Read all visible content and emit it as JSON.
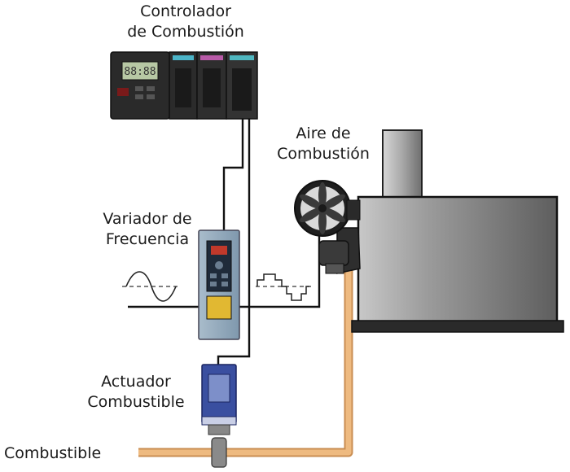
{
  "labels": {
    "controller": [
      "Controlador",
      "de Combustión"
    ],
    "air": [
      "Aire de",
      "Combustión"
    ],
    "vfd": [
      "Variador de",
      "Frecuencia"
    ],
    "actuator": [
      "Actuador",
      "Combustible"
    ],
    "fuel": "Combustible"
  },
  "controller_display": "88:88",
  "colors": {
    "fuel_pipe": "#e8b57a",
    "boiler_body": "#8e8e8e",
    "wire": "#111111",
    "vfd_panel": "#3b5f86",
    "actuator_body": "#3a4fa0"
  }
}
